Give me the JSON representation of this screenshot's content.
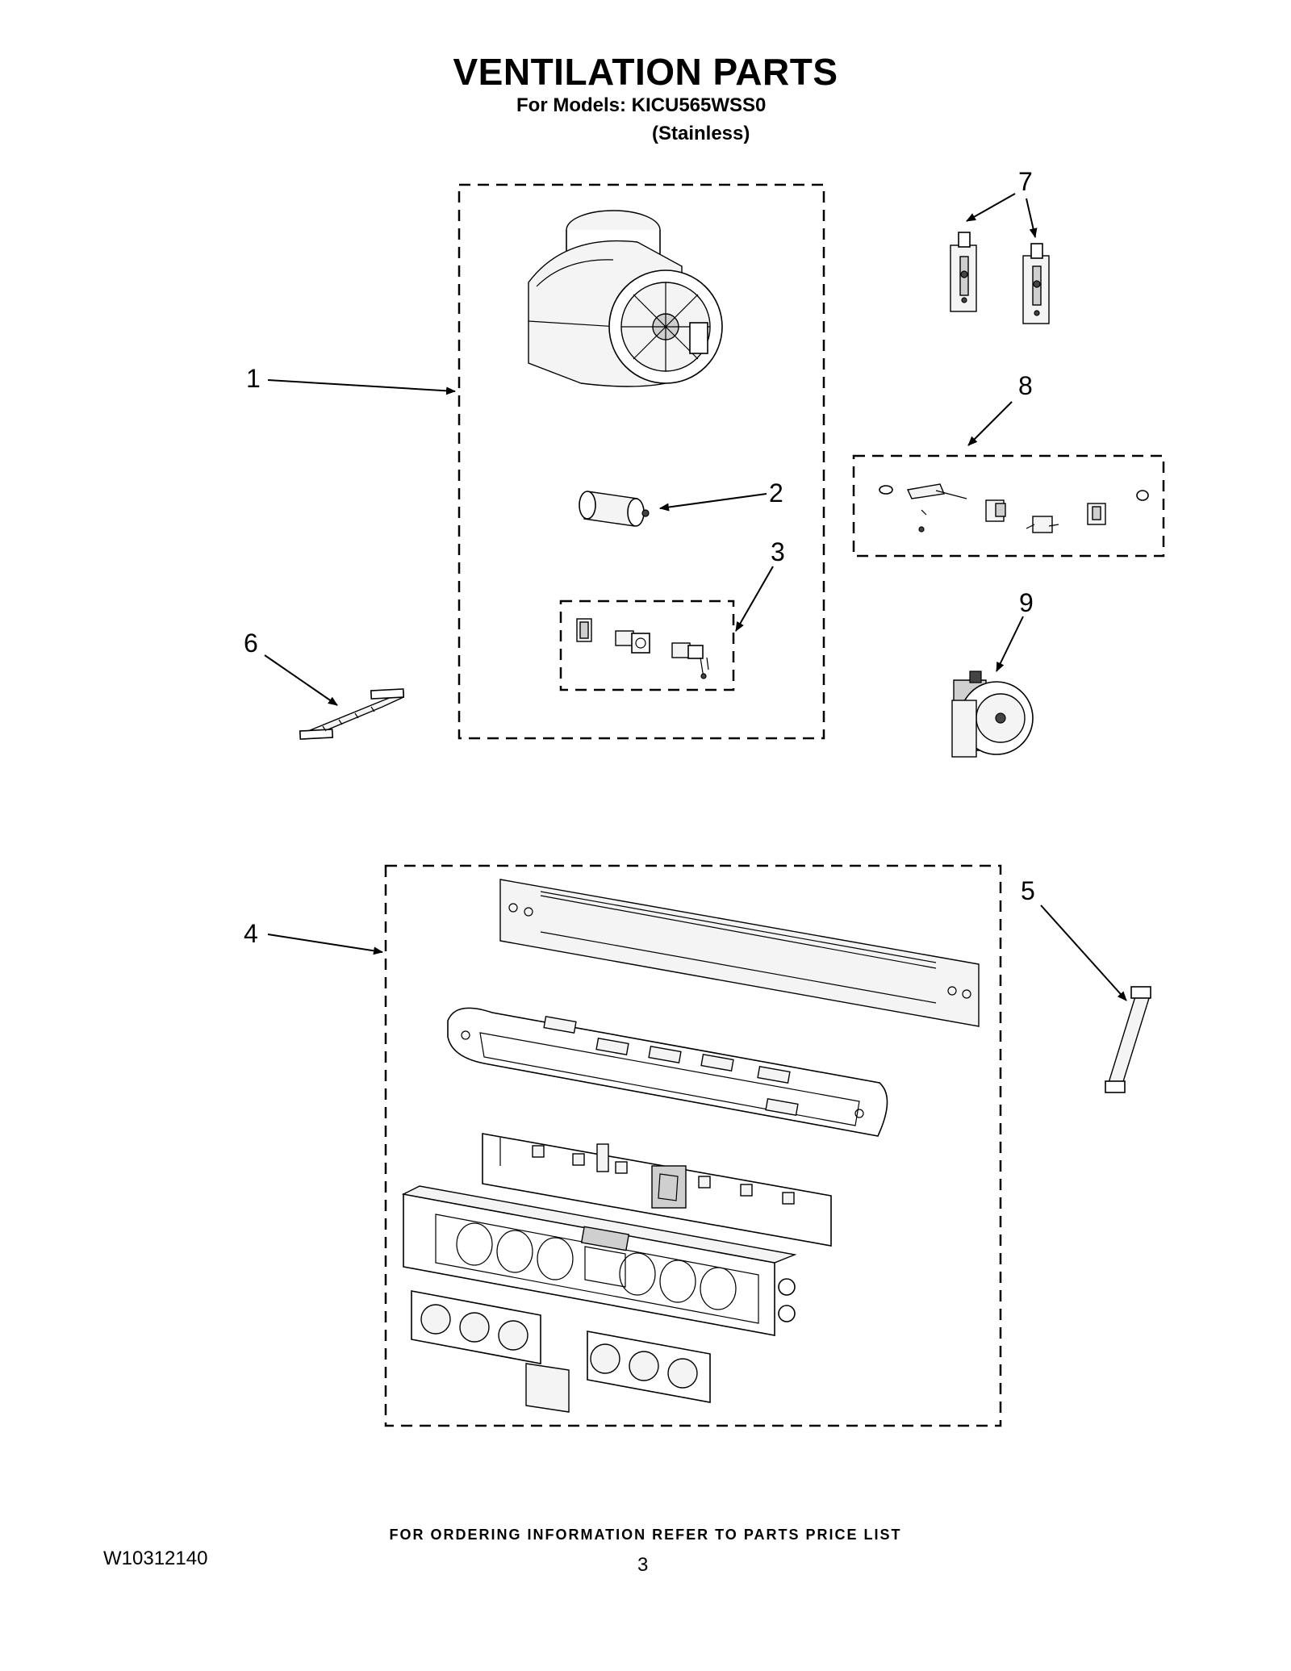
{
  "header": {
    "title": "VENTILATION PARTS",
    "models_line": "For Models: KICU565WSS0",
    "finish_line": "(Stainless)"
  },
  "callouts": {
    "c1": "1",
    "c2": "2",
    "c3": "3",
    "c4": "4",
    "c5": "5",
    "c6": "6",
    "c7": "7",
    "c8": "8",
    "c9": "9"
  },
  "footer": {
    "ordering_note": "FOR ORDERING INFORMATION REFER TO PARTS PRICE LIST",
    "document_number": "W10312140",
    "page_number": "3"
  }
}
